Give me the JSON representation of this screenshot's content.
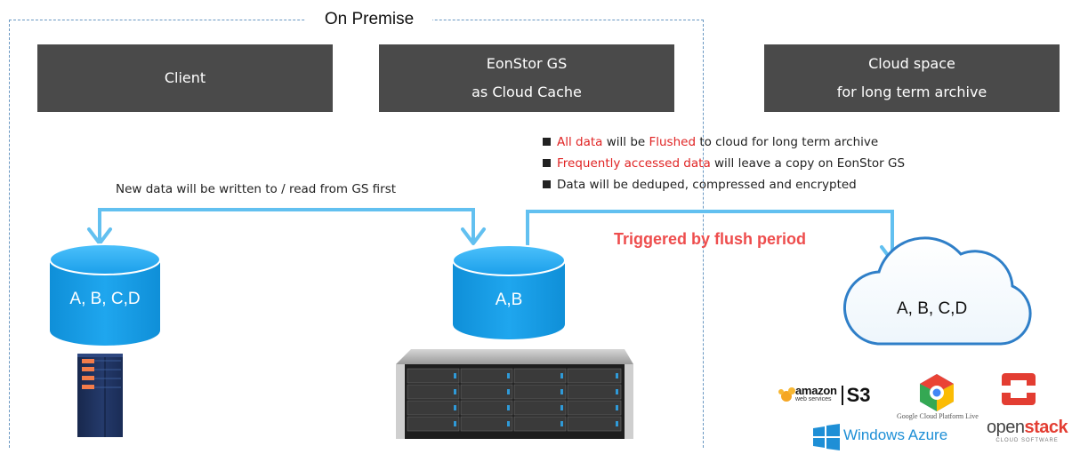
{
  "title": "On Premise",
  "headers": {
    "client": "Client",
    "gs_line1": "EonStor GS",
    "gs_line2": "as Cloud Cache",
    "cloud_line1": "Cloud space",
    "cloud_line2": "for long term archive"
  },
  "bullets": [
    {
      "highlight1": "All data",
      "mid1": " will be ",
      "highlight2": "Flushed",
      "rest": " to cloud for long term archive"
    },
    {
      "highlight1": "Frequently accessed data",
      "rest": " will leave a copy on EonStor GS"
    },
    {
      "rest": "Data will be deduped, compressed and encrypted"
    }
  ],
  "flows": {
    "new_data": "New data will be written to / read from GS first",
    "trigger": "Triggered by flush period"
  },
  "storage": {
    "client": "A, B, C,D",
    "gs": "A,B",
    "cloud": "A, B, C,D"
  },
  "logos": {
    "amazon": "amazon",
    "aws": "web services",
    "s3": "S3",
    "google": "Google Cloud Platform Live",
    "openstack_a": "open",
    "openstack_b": "stack",
    "openstack_sub": "CLOUD SOFTWARE",
    "azure": "Windows Azure"
  },
  "colors": {
    "arrow": "#62c0f0",
    "cylinder_fill": "#1b9fe6",
    "highlight_red": "#e02424",
    "trigger_red": "#ee4d4d",
    "header_bg": "#4a4a4a",
    "premise_border": "#6a98c2"
  }
}
